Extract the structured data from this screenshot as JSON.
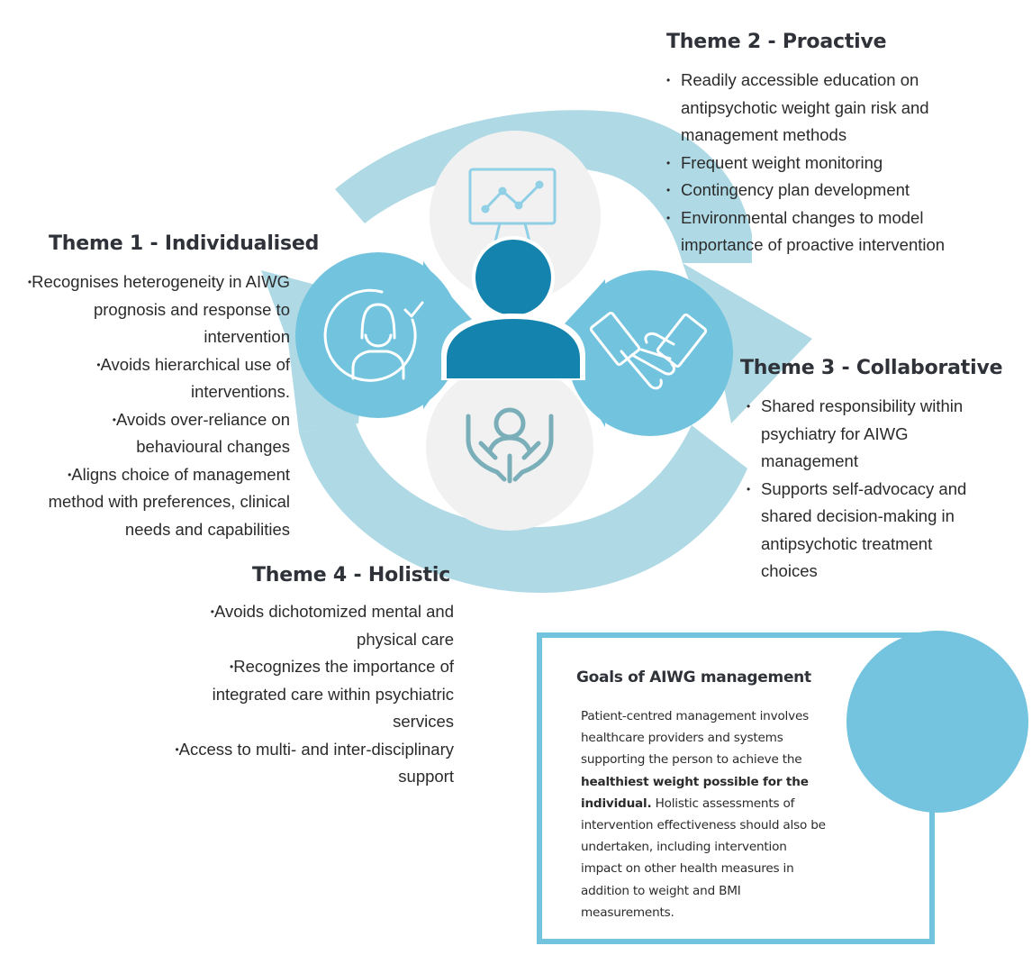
{
  "themes": {
    "t1": {
      "title": "Theme 1 - Individualised",
      "bullets": [
        "Recognises heterogeneity in AIWG prognosis and response to intervention",
        "Avoids hierarchical use of interventions.",
        "Avoids over-reliance on behavioural changes",
        "Aligns choice of management method with preferences, clinical needs and capabilities"
      ]
    },
    "t2": {
      "title": "Theme 2 - Proactive",
      "bullets": [
        "Readily accessible education on antipsychotic weight gain risk  and management methods",
        "Frequent weight monitoring",
        "Contingency plan development",
        "Environmental changes to model importance of proactive intervention"
      ]
    },
    "t3": {
      "title": "Theme 3 - Collaborative",
      "bullets": [
        "Shared responsibility within psychiatry for AIWG management",
        "Supports self-advocacy and shared decision-making in antipsychotic treatment choices"
      ]
    },
    "t4": {
      "title": "Theme 4 - Holistic",
      "bullets": [
        "Avoids dichotomized mental and physical care",
        "Recognizes the importance of integrated care within psychiatric services",
        "Access to multi- and inter-disciplinary support"
      ]
    }
  },
  "goals": {
    "title": "Goals of AIWG management",
    "text_part1": "Patient-centred management involves healthcare providers and systems supporting the person to achieve the",
    "text_bold": "healthiest weight possible for the individual.",
    "text_part2": "Holistic assessments of intervention effectiveness should also be undertaken, including intervention impact on other health measures in addition to weight and BMI measurements."
  },
  "colors": {
    "ring": "#afdae5",
    "petal_light": "#72c3dd",
    "petal_pale": "#f1f1f1",
    "person": "#1483ad",
    "icon_line": "#8fd0e6",
    "hands_line": "#7aaeb8",
    "box_border": "#72c3dd"
  },
  "icons": {
    "top": "chart-board-icon",
    "left": "woman-check-icon",
    "right": "handshake-icon",
    "bottom": "hands-person-icon",
    "center": "person-icon"
  }
}
